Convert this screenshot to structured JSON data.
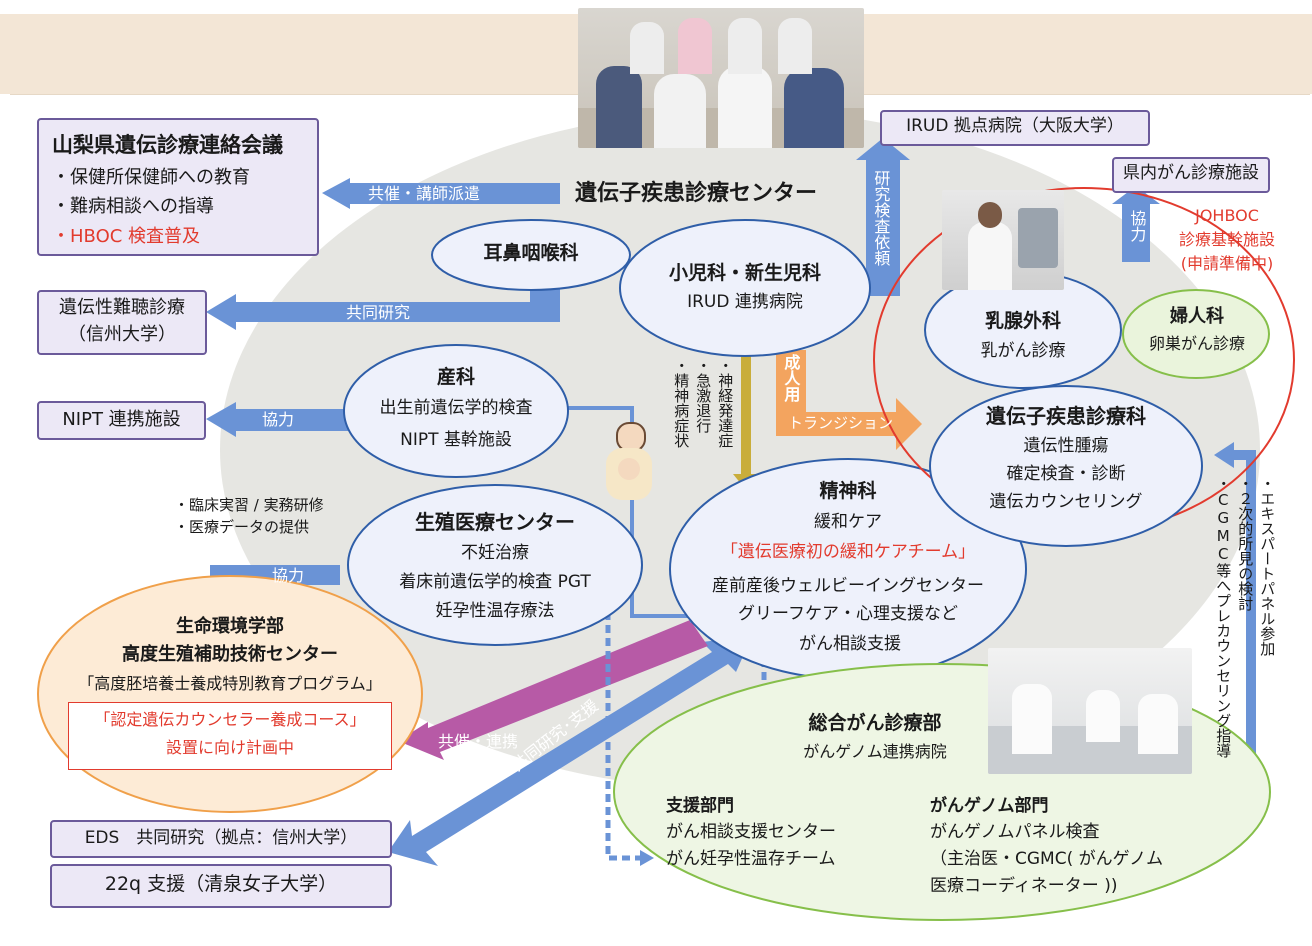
{
  "center_title": "遺伝子疾患診療センター",
  "yamanashi": {
    "title": "山梨県遺伝診療連絡会議",
    "items": [
      "・保健所保健師への教育",
      "・難病相談への指導",
      "・HBOC 検査普及"
    ]
  },
  "hearing": {
    "line1": "遺伝性難聴診療",
    "line2": "（信州大学）"
  },
  "nipt_partner": "NIPT 連携施設",
  "irud_base": "IRUD 拠点病院（大阪大学）",
  "kennai": "県内がん診療施設",
  "eds": "EDS　共同研究（拠点：信州大学）",
  "q22": "22q 支援（清泉女子大学）",
  "ent": "耳鼻咽喉科",
  "pediatrics": {
    "title": "小児科・新生児科",
    "sub": "IRUD 連携病院"
  },
  "obstetrics": {
    "title": "産科",
    "line1": "出生前遺伝学的検査",
    "line2": "NIPT 基幹施設"
  },
  "reproductive": {
    "title": "生殖医療センター",
    "lines": [
      "不妊治療",
      "着床前遺伝学的検査 PGT",
      "妊孕性温存療法"
    ]
  },
  "psychiatry": {
    "title": "精神科",
    "line1": "緩和ケア",
    "line2": "「遺伝医療初の緩和ケアチーム」",
    "line3": "産前産後ウェルビーイングセンター",
    "line4": "グリーフケア・心理支援など",
    "line5": "がん相談支援"
  },
  "breast": {
    "title": "乳腺外科",
    "sub": "乳がん診療"
  },
  "gyn": {
    "title": "婦人科",
    "sub": "卵巣がん診療"
  },
  "genetics": {
    "title": "遺伝子疾患診療科",
    "lines": [
      "遺伝性腫瘍",
      "確定検査・診断",
      "遺伝カウンセリング"
    ]
  },
  "johboc": {
    "line1": "JOHBOC",
    "line2": "診療基幹施設",
    "line3": "(申請準備中)"
  },
  "life_env": {
    "line1": "生命環境学部",
    "line2": "高度生殖補助技術センター",
    "line3": "「高度胚培養士養成特別教育プログラム」",
    "red1": "「認定遺伝カウンセラー養成コース」",
    "red2": "設置に向け計画中"
  },
  "cancer": {
    "title": "総合がん診療部",
    "sub": "がんゲノム連携病院",
    "support_title": "支援部門",
    "support1": "がん相談支援センター",
    "support2": "がん妊孕性温存チーム",
    "genome_title": "がんゲノム部門",
    "genome1": "がんゲノムパネル検査",
    "genome2": "（主治医・CGMC( がんゲノム",
    "genome3": "医療コーディネーター ))"
  },
  "clinical_notes": [
    "・臨床実習 / 実務研修",
    "・医療データの提供"
  ],
  "psych_notes": [
    "・神経発達症",
    "・急激退行",
    "・精神病症状"
  ],
  "expert_notes": [
    "・エキスパートパネル参加",
    "・２次的所見の検討",
    "・CGMC等へプレカウンセリング指導"
  ],
  "arrows": {
    "cosponsor": "共催・講師派遣",
    "joint": "共同研究",
    "coop1": "協力",
    "coop2": "協力",
    "coop3": "協力",
    "research_request": "研究検査依頼",
    "adult": "成人用",
    "transition": "トランジション",
    "cosponsor2": "共催・連携",
    "joint_support": "共同研究･支援"
  },
  "colors": {
    "arrow_blue": "#6a93d6",
    "arrow_orange": "#f3a45f",
    "arrow_magenta": "#b75aa6",
    "arrow_gold": "#c9ad3a",
    "accent_red": "#e23b2e",
    "ellipse_blue": "#2f5ea8"
  }
}
